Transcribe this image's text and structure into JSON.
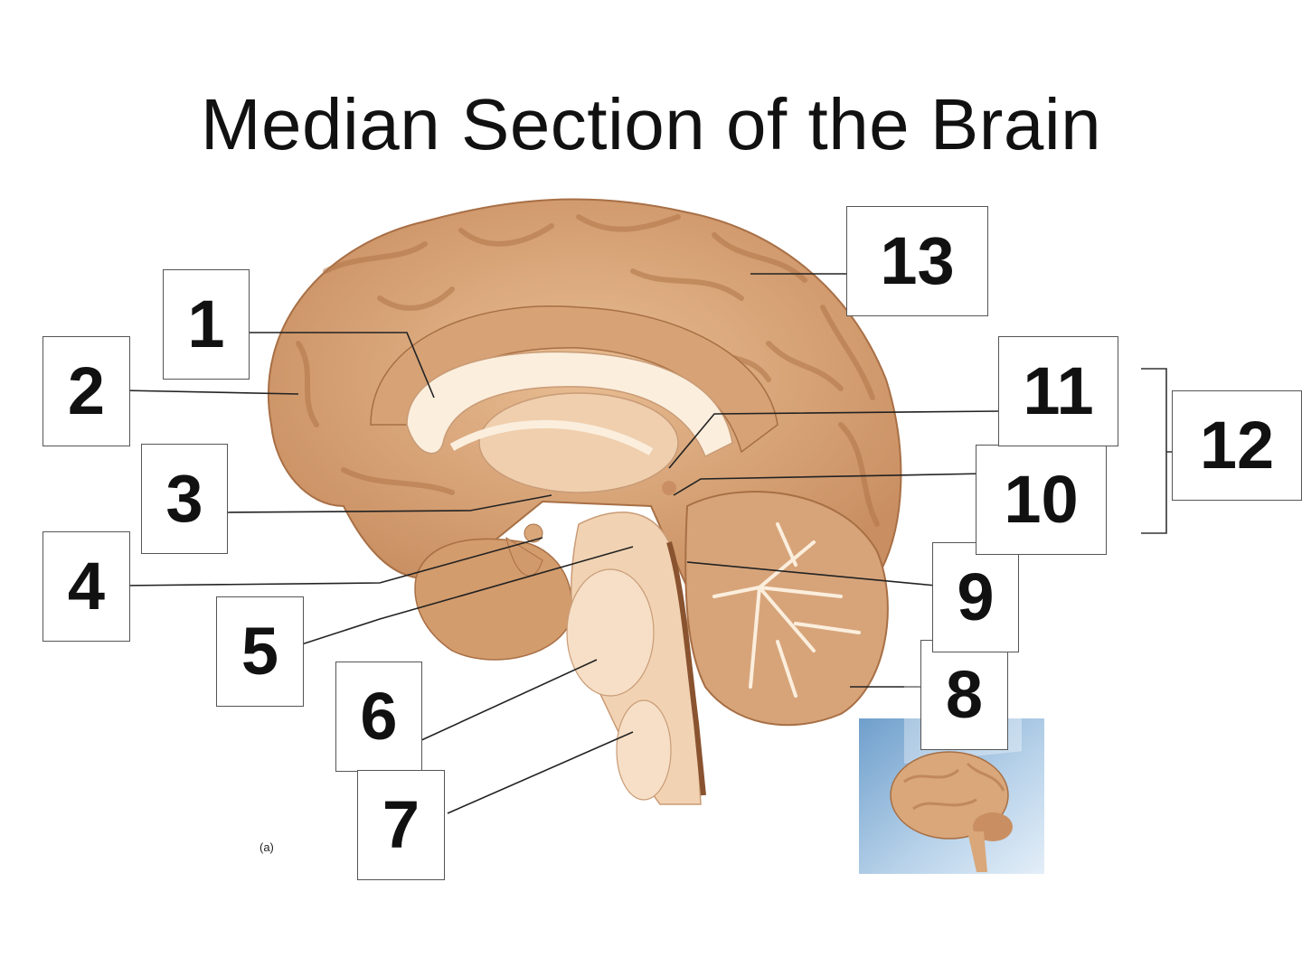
{
  "title": "Median Section of the Brain",
  "figure_tag": "(a)",
  "labels": {
    "n1": "1",
    "n2": "2",
    "n3": "3",
    "n4": "4",
    "n5": "5",
    "n6": "6",
    "n7": "7",
    "n8": "8",
    "n9": "9",
    "n10": "10",
    "n11": "11",
    "n12": "12",
    "n13": "13"
  },
  "colors": {
    "cortex": "#d9a77a",
    "cortex_dark": "#b87f55",
    "white_matter": "#f4dcc2",
    "corpus_callosum": "#fbeedd",
    "brainstem": "#f1d3b3",
    "inset_bg": "#8fb6d8"
  }
}
